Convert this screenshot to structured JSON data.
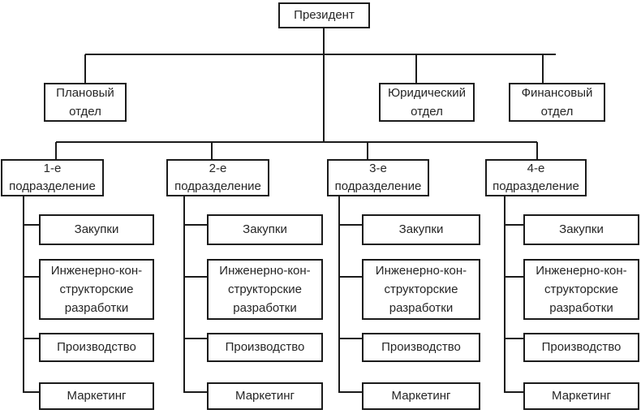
{
  "colors": {
    "line": "#1b1b1b",
    "box_border": "#1b1b1b",
    "text": "#262626",
    "background": "#ffffff"
  },
  "nodes": {
    "president": "Президент",
    "departments": [
      {
        "id": "planning",
        "label": "Плановый\nотдел"
      },
      {
        "id": "legal",
        "label": "Юридический\nотдел"
      },
      {
        "id": "finance",
        "label": "Финансовый\nотдел"
      }
    ],
    "divisions": [
      {
        "label": "1-е\nподразделение",
        "children": [
          "Закупки",
          "Инженерно-кон-\nструкторские\nразработки",
          "Производство",
          "Маркетинг"
        ]
      },
      {
        "label": "2-е\nподразделение",
        "children": [
          "Закупки",
          "Инженерно-кон-\nструкторские\nразработки",
          "Производство",
          "Маркетинг"
        ]
      },
      {
        "label": "3-е\nподразделение",
        "children": [
          "Закупки",
          "Инженерно-кон-\nструкторские\nразработки",
          "Производство",
          "Маркетинг"
        ]
      },
      {
        "label": "4-е\nподразделение",
        "children": [
          "Закупки",
          "Инженерно-кон-\nструкторские\nразработки",
          "Производство",
          "Маркетинг"
        ]
      }
    ]
  }
}
